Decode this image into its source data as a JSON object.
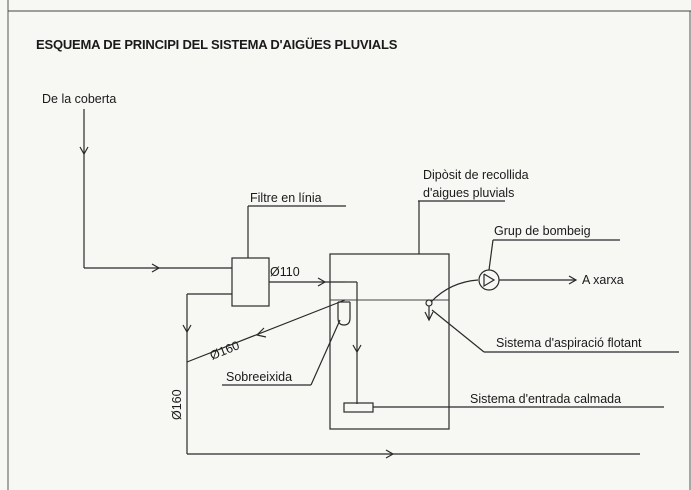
{
  "diagram": {
    "title": "ESQUEMA DE PRINCIPI DEL SISTEMA D'AIGÜES PLUVIALS",
    "labels": {
      "de_la_coberta": "De la coberta",
      "filtre": "Filtre en línia",
      "diposit_line1": "Dipòsit de recollida",
      "diposit_line2": "d'aigues pluvials",
      "grup": "Grup de bombeig",
      "a_xarxa": "A xarxa",
      "aspiracio": "Sistema d'aspiració flotant",
      "sobreeixida": "Sobreeixida",
      "entrada": "Sistema d'entrada calmada",
      "d110": "Ø110",
      "d160_diag": "Ø160",
      "d160_vert": "Ø160"
    }
  }
}
